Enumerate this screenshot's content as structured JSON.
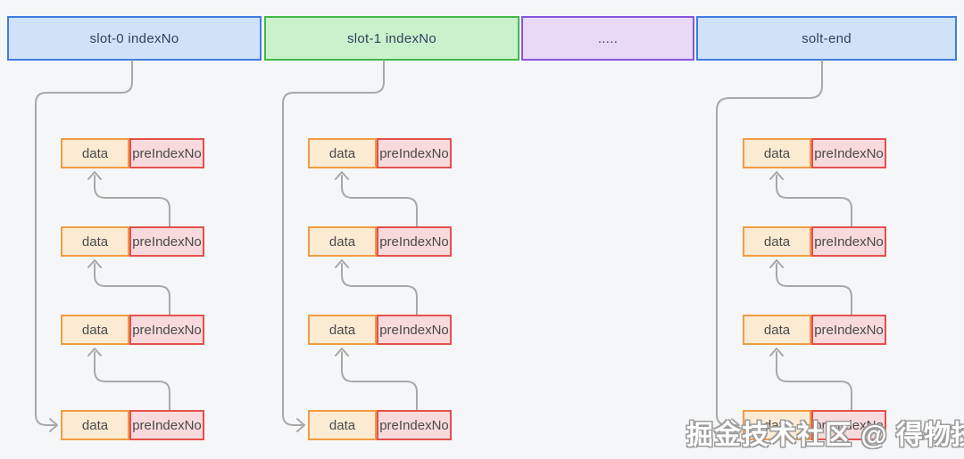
{
  "colors": {
    "canvas_bg": "#f5f6f7",
    "connector": "#a8a8a8",
    "node_data_fill": "#fcebd3",
    "node_data_border": "#ef9c43",
    "node_pre_fill": "#f8dadd",
    "node_pre_border": "#e4504e",
    "node_text": "#4a4a4a",
    "slot_text": "#33415c",
    "watermark_fill": "#ffffff",
    "watermark_outline": "#9c9c9c"
  },
  "slot_bar": {
    "slots": [
      {
        "label": "slot-0 indexNo",
        "fill": "#cfe2f8",
        "border": "#3f7de0"
      },
      {
        "label": "slot-1 indexNo",
        "fill": "#c9f2cc",
        "border": "#43b84a"
      },
      {
        "label": ".....",
        "fill": "#e9d9f8",
        "border": "#8a55dd"
      },
      {
        "label": "solt-end",
        "fill": "#cfe2f8",
        "border": "#3f7de0"
      }
    ]
  },
  "columns": [
    {
      "nodes": [
        {
          "data": "data",
          "pre": "preIndexNo"
        },
        {
          "data": "data",
          "pre": "preIndexNo"
        },
        {
          "data": "data",
          "pre": "preIndexNo"
        },
        {
          "data": "data",
          "pre": "preIndexNo"
        }
      ]
    },
    {
      "nodes": [
        {
          "data": "data",
          "pre": "preIndexNo"
        },
        {
          "data": "data",
          "pre": "preIndexNo"
        },
        {
          "data": "data",
          "pre": "preIndexNo"
        },
        {
          "data": "data",
          "pre": "preIndexNo"
        }
      ]
    },
    {
      "nodes": [
        {
          "data": "data",
          "pre": "preIndexNo"
        },
        {
          "data": "data",
          "pre": "preIndexNo"
        },
        {
          "data": "data",
          "pre": "preIndexNo"
        },
        {
          "data": "data",
          "pre": "preIndexNo"
        }
      ]
    }
  ],
  "watermark": "掘金技术社区 @ 得物技术"
}
